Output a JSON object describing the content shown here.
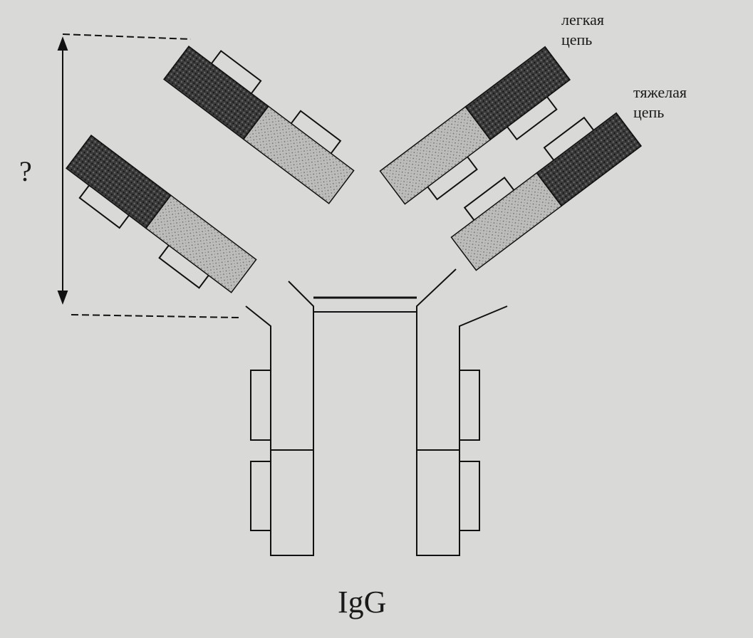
{
  "labels": {
    "light_chain": [
      "легкая",
      "цепь"
    ],
    "heavy_chain": [
      "тяжелая",
      "цепь"
    ],
    "question": "?",
    "title": "IgG"
  },
  "colors": {
    "background": "#d9d9d7",
    "line": "#111111",
    "variable_domain": "#3a3a3a",
    "constant_domain": "#b8b8b6"
  }
}
